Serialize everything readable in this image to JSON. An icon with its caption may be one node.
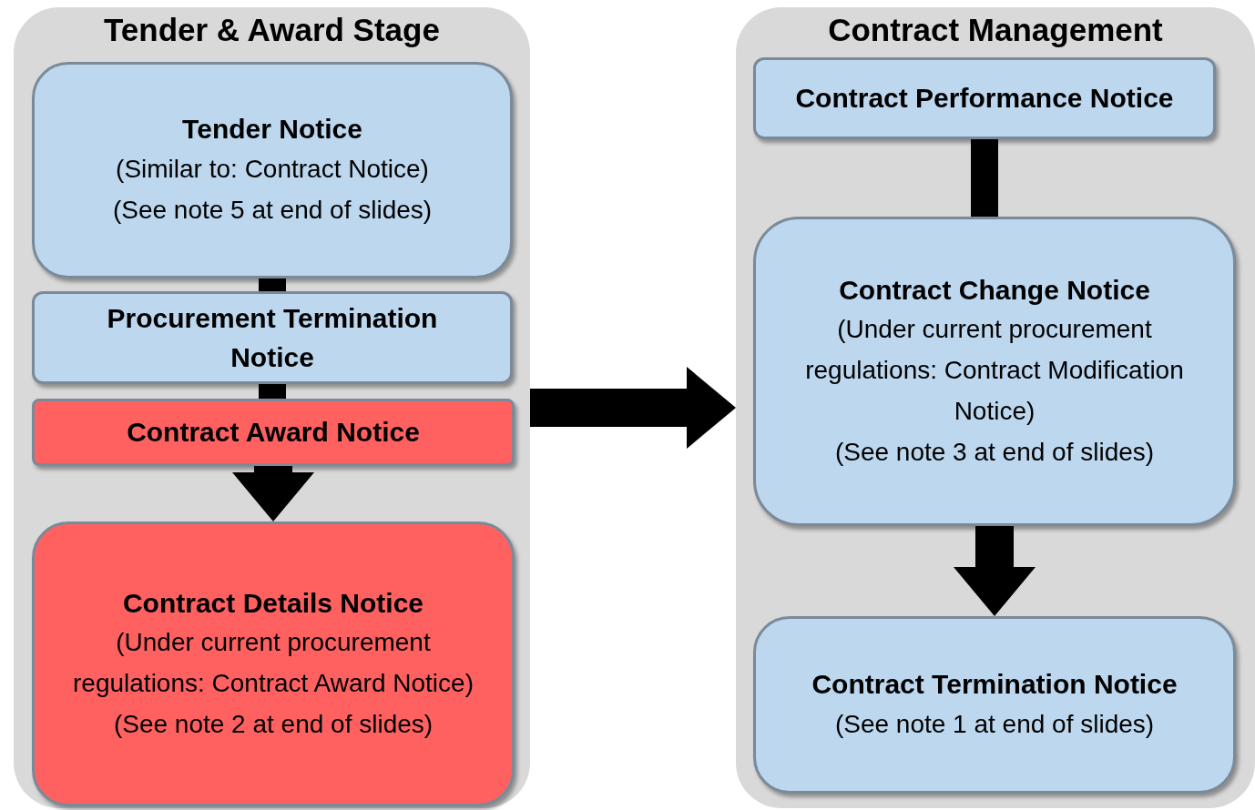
{
  "diagram": {
    "nodes": [
      {
        "text": [
          "Tender & Award Stage"
        ]
      },
      {
        "text": [
          "Tender Notice",
          "(Similar to: Contract Notice)",
          "(See note 5 at end of slides)"
        ],
        "in": 0
      },
      {
        "text": [
          "Procurement Termination Notice"
        ],
        "in": 0
      },
      {
        "text": [
          "Contract Award Notice"
        ],
        "in": 0
      },
      {
        "text": [
          "Contract Details Notice",
          "(Under current procurement regulations: Contract Award Notice)",
          "(See note 2 at end of slides)"
        ],
        "in": 0
      },
      {
        "text": [
          "Contract Management"
        ]
      },
      {
        "text": [
          "Contract Performance Notice"
        ],
        "in": 5
      },
      {
        "text": [
          "Contract Change Notice",
          "(Under current procurement regulations: Contract Modification Notice)",
          "(See note 3 at end of slides)"
        ],
        "in": 5
      },
      {
        "text": [
          "Contract Termination Notice",
          "(See note 1 at end of slides)"
        ],
        "in": 5
      }
    ],
    "edges": [
      {
        "from": 1,
        "to": 2,
        "arrow": "none"
      },
      {
        "from": 2,
        "to": 3,
        "arrow": "none"
      },
      {
        "from": 3,
        "to": 4,
        "arrow": "to"
      },
      {
        "from": 0,
        "to": 5,
        "arrow": "to"
      },
      {
        "from": 6,
        "to": 7,
        "arrow": "none"
      },
      {
        "from": 7,
        "to": 8,
        "arrow": "to"
      }
    ]
  }
}
